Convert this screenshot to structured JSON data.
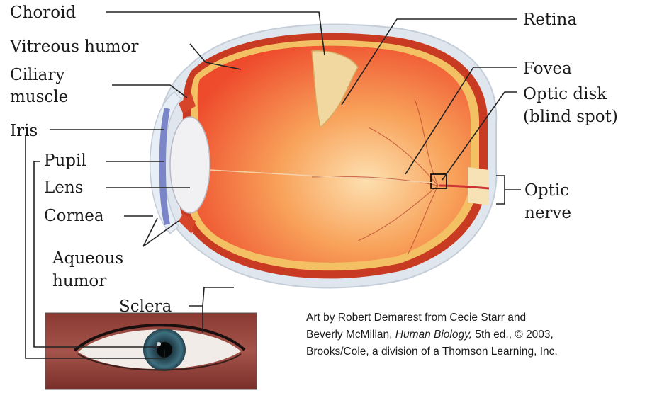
{
  "labels": {
    "choroid": "Choroid",
    "vitreous_humor": "Vitreous humor",
    "ciliary_muscle_1": "Ciliary",
    "ciliary_muscle_2": "muscle",
    "iris": "Iris",
    "pupil": "Pupil",
    "lens": "Lens",
    "cornea": "Cornea",
    "aqueous_humor_1": "Aqueous",
    "aqueous_humor_2": "humor",
    "sclera": "Sclera",
    "retina": "Retina",
    "fovea": "Fovea",
    "optic_disk_1": "Optic disk",
    "optic_disk_2": "(blind spot)",
    "optic_nerve_1": "Optic",
    "optic_nerve_2": "nerve"
  },
  "credit": {
    "line1": "Art by Robert Demarest from Cecie Starr and",
    "line2_a": "Beverly McMillan, ",
    "line2_book": "Human Biology,",
    "line2_b": " 5th ed., © 2003,",
    "line3": "Brooks/Cole, a division of a Thomson Learning, Inc."
  },
  "colors": {
    "vitreous": "#f2603a",
    "sclera": "#dfe6ee",
    "iris": "#7b86c9",
    "photo_skin": "#7a2f2a"
  }
}
